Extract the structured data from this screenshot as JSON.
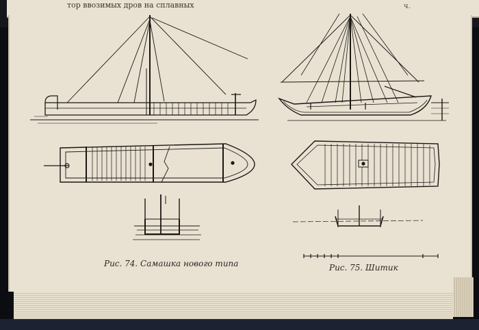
{
  "previous_page": {
    "text_fragment": "тор ввозимых дров на сплавных",
    "right_fragment": "ч."
  },
  "figures": {
    "fig74_caption": "Рис. 74. Самашка нового типа",
    "fig75_caption": "Рис. 75. Шитик"
  }
}
